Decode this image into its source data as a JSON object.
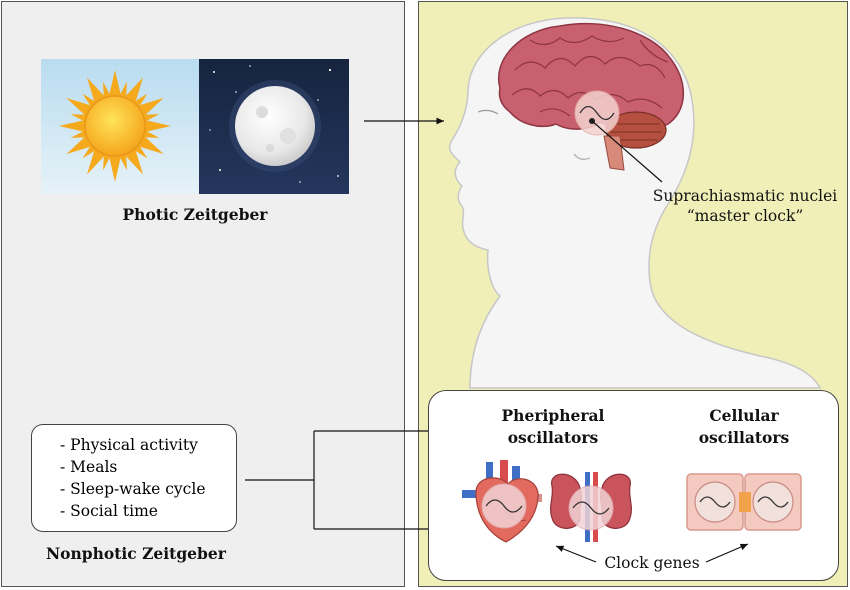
{
  "photic": {
    "label": "Photic Zeitgeber"
  },
  "nonphotic": {
    "label": "Nonphotic Zeitgeber",
    "activities": [
      "- Physical activity",
      "- Meals",
      "- Sleep-wake cycle",
      "- Social time"
    ]
  },
  "scn": {
    "line1": "Suprachiasmatic nuclei",
    "line2": "“master clock”"
  },
  "peripheral": {
    "line1": "Pheripheral",
    "line2": "oscillators"
  },
  "cellular": {
    "line1": "Cellular",
    "line2": "oscillators"
  },
  "clock_genes": "Clock genes",
  "colors": {
    "left_panel": "#efefef",
    "right_panel": "#f1efb8",
    "brain": "#c8606e",
    "head": "#ffffff",
    "sky": "#cfe6f3",
    "night": "#1c2b4e"
  }
}
